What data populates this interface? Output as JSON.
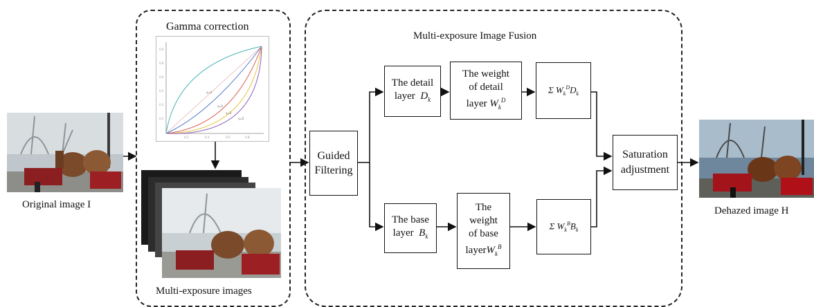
{
  "inputs": {
    "original_caption": "Original image I",
    "dehazed_caption": "Dehazed image H"
  },
  "gamma_section": {
    "title": "Gamma correction",
    "images_caption": "Multi-exposure images"
  },
  "fusion_section": {
    "title": "Multi-exposure Image Fusion"
  },
  "blocks": {
    "guided": [
      "Guided",
      "Filtering"
    ],
    "detail_layer": [
      "The detail",
      "layer"
    ],
    "detail_symbol": "D",
    "detail_sub": "k",
    "weight_detail": [
      "The  weight",
      "of detail",
      "layer"
    ],
    "weight_detail_symbol": "W",
    "base_layer": [
      "The base",
      "layer"
    ],
    "base_symbol": "B",
    "base_sub": "k",
    "weight_base": [
      "The",
      "weight",
      "of base",
      "layer"
    ],
    "weight_base_symbol": "W",
    "saturation": [
      "Saturation",
      "adjustment"
    ]
  },
  "colors": {
    "curve_blue": "#4a78c9",
    "curve_red": "#d95a4e",
    "curve_yellow": "#e8c542",
    "curve_purple": "#8a5fb8",
    "curve_teal": "#45b5b0"
  }
}
